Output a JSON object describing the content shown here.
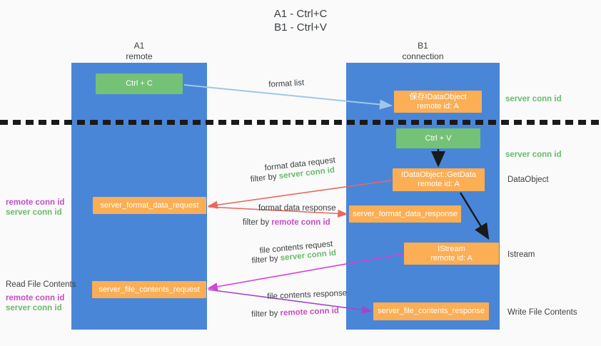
{
  "title": "A1 - Ctrl+C\nB1 - Ctrl+V",
  "columns": {
    "a1": "A1\nremote",
    "b1": "B1\nconnection"
  },
  "boxes": {
    "ctrl_c": "Ctrl + C",
    "ctrl_v": "Ctrl + V",
    "save_dataobject_line1": "保存IDataObject",
    "save_dataobject_line2": "remote id: A",
    "getdata_line1": "IDataObject::GetData",
    "getdata_line2": "remote id: A",
    "istream_line1": "IStream",
    "istream_line2": "remote id: A",
    "server_format_data_request": "server_format_data_request",
    "server_format_data_response": "server_format_data_response",
    "server_file_contents_request": "server_file_contents_request",
    "server_file_contents_response": "server_file_contents_response"
  },
  "right_notes": {
    "server_conn_id_1": "server conn id",
    "server_conn_id_2": "server conn id",
    "dataobject": "DataObject",
    "istream": "Istream",
    "write_file_contents": "Write File Contents"
  },
  "left_notes": {
    "remote_conn_id_1": "remote conn id",
    "server_conn_id_1": "server conn id",
    "read_file_contents": "Read File Contents",
    "remote_conn_id_2": "remote conn id",
    "server_conn_id_2": "server conn id"
  },
  "arrow_labels": {
    "format_list": "format list",
    "format_data_request": "format data request",
    "format_data_request_filter_prefix": "filter by ",
    "format_data_request_filter_value": "server conn id",
    "format_data_response": "format data response",
    "format_data_response_filter_prefix": "filter by ",
    "format_data_response_filter_value": "remote conn id",
    "file_contents_request": "file contents request",
    "file_contents_request_filter_prefix": "filter by ",
    "file_contents_request_filter_value": "server conn id",
    "file_contents_response": "file contents response",
    "file_contents_response_filter_prefix": "filter by ",
    "file_contents_response_filter_value": "remote conn id"
  },
  "colors": {
    "panel_blue": "#4a86d8",
    "box_green": "#74c276",
    "box_orange": "#fbae54",
    "accent_green_text": "#6aba6d",
    "accent_magenta_text": "#c44ec4",
    "arrow_light_blue": "#9fc7ea",
    "arrow_red": "#e8695e",
    "arrow_magenta": "#d93fd9",
    "arrow_purple": "#a148c8",
    "arrow_black": "#1a1a1a",
    "background": "#fafafa"
  }
}
